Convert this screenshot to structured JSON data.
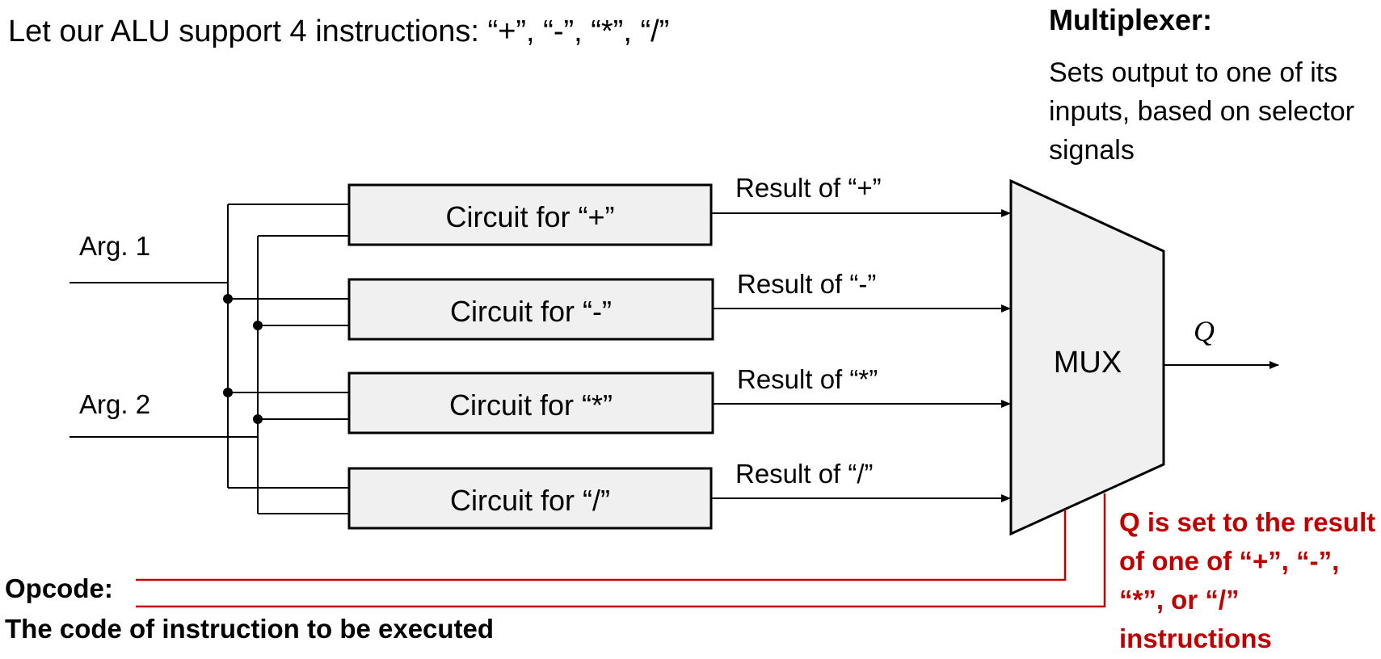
{
  "headline": "Let our ALU support 4 instructions: “+”, “-”, “*”, “/”",
  "multiplexer": {
    "title": "Multiplexer:",
    "description": "Sets output to one of its inputs, based on selector signals",
    "label": "MUX",
    "output_label": "Q"
  },
  "inputs": {
    "arg1": "Arg. 1",
    "arg2": "Arg. 2"
  },
  "circuits": [
    {
      "label": "Circuit for “+”",
      "result": "Result of “+”"
    },
    {
      "label": "Circuit for “-”",
      "result": "Result of “-”"
    },
    {
      "label": "Circuit for “*”",
      "result": "Result of “*”"
    },
    {
      "label": "Circuit for “/”",
      "result": "Result of “/”"
    }
  ],
  "opcode": {
    "title": "Opcode:",
    "description": "The code of instruction to be executed"
  },
  "q_note": "Q is set to the result of one of “+”, “-”, “*”, or “/” instructions",
  "colors": {
    "wire": "#000000",
    "box_fill": "#f0f0f0",
    "selector": "#c00000"
  }
}
